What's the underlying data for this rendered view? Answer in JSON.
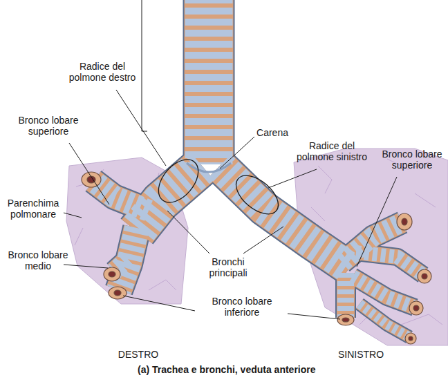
{
  "diagram": {
    "caption": "(a) Trachea e bronchi, veduta anteriore",
    "labels": [
      "Radice del polmone destro",
      "Bronco lobare superiore",
      "Parenchima polmonare",
      "Bronco lobare medio",
      "Carena",
      "Radice del polmone sinistro",
      "Bronco lobare superiore",
      "Bronchi principali",
      "Bronco lobare inferiore",
      "DESTRO",
      "SINISTRO"
    ]
  }
}
